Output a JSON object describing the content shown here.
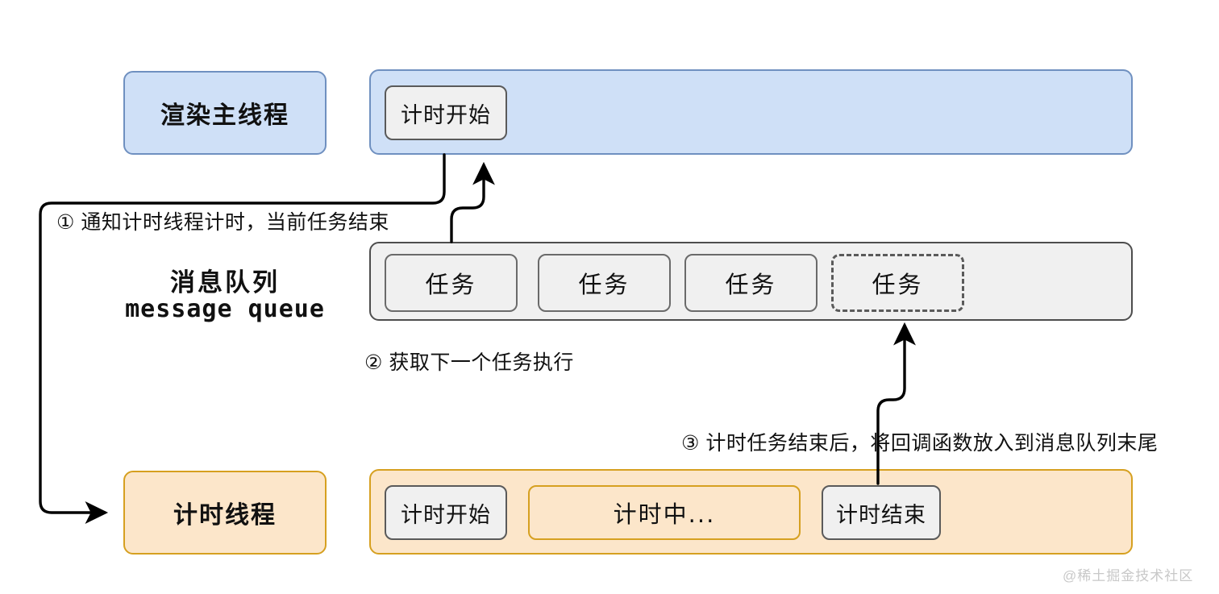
{
  "diagram": {
    "title_hidden": "",
    "lanes": [
      {
        "id": "main-thread",
        "label": "渲染主线程",
        "color": "#cfe0f7",
        "border": "#6f90c0",
        "chips": [
          {
            "label": "计时开始"
          }
        ]
      },
      {
        "id": "message-queue",
        "label_line1": "消息队列",
        "label_line2": "message queue",
        "color": "#f0f0f0",
        "border": "#4d4d4d",
        "chips": [
          {
            "label": "任务",
            "style": "solid"
          },
          {
            "label": "任务",
            "style": "solid"
          },
          {
            "label": "任务",
            "style": "solid"
          },
          {
            "label": "任务",
            "style": "dashed"
          }
        ]
      },
      {
        "id": "timer-thread",
        "label": "计时线程",
        "color": "#fce6ca",
        "border": "#d6a020",
        "chips": [
          {
            "label": "计时开始",
            "style": "grey"
          },
          {
            "label": "计时中...",
            "style": "orange"
          },
          {
            "label": "计时结束",
            "style": "grey"
          }
        ]
      }
    ],
    "annotations": [
      {
        "id": "step-1",
        "text": "① 通知计时线程计时，当前任务结束"
      },
      {
        "id": "step-2",
        "text": "② 获取下一个任务执行"
      },
      {
        "id": "step-3",
        "text": "③ 计时任务结束后，将回调函数放入到消息队列末尾"
      }
    ],
    "watermark": "@稀土掘金技术社区"
  }
}
